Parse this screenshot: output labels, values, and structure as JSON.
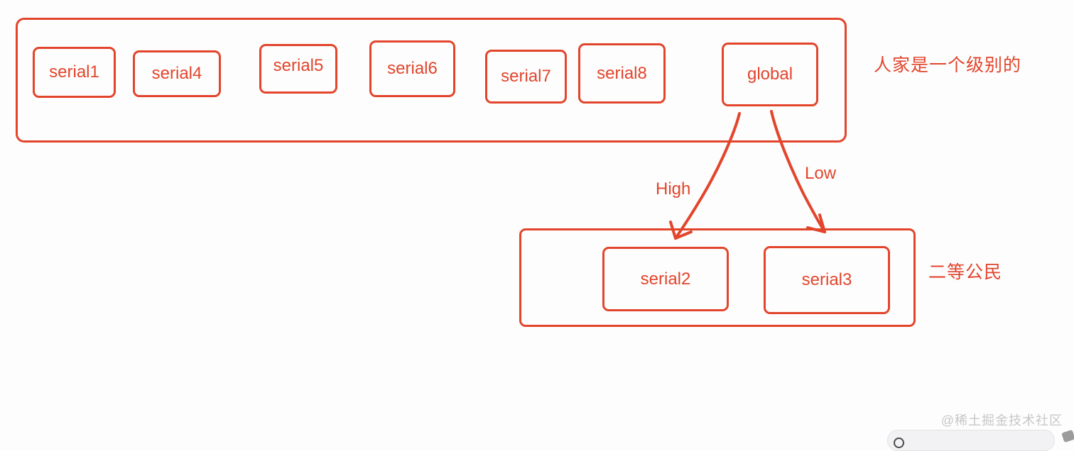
{
  "palette": {
    "ink": "#e2452c",
    "watermark": "#c7c7c7",
    "pill_bg": "#f2f2f4",
    "pill_border": "#e3e3e6"
  },
  "top_group": {
    "annotation": "人家是一个级别的",
    "boxes": [
      {
        "label": "serial1"
      },
      {
        "label": "serial4"
      },
      {
        "label": "serial5"
      },
      {
        "label": "serial6"
      },
      {
        "label": "serial7"
      },
      {
        "label": "serial8"
      },
      {
        "label": "global"
      }
    ]
  },
  "bottom_group": {
    "annotation": "二等公民",
    "boxes": [
      {
        "label": "serial2"
      },
      {
        "label": "serial3"
      }
    ]
  },
  "arrows": [
    {
      "label": "High",
      "from": "global",
      "to": "serial2"
    },
    {
      "label": "Low",
      "from": "global",
      "to": "serial3"
    }
  ],
  "watermark": {
    "text": "@稀土掘金技术社区"
  }
}
